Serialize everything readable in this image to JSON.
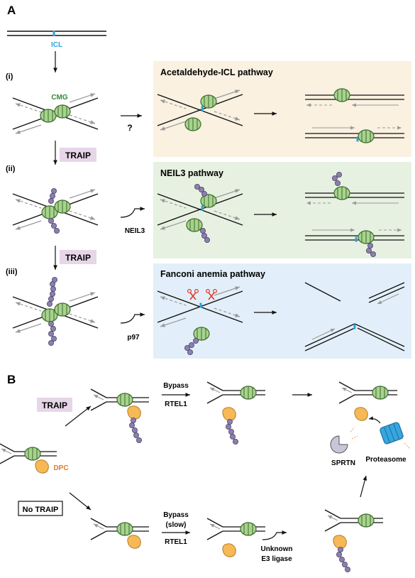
{
  "panel_a": {
    "letter": "A",
    "icl_label": "ICL",
    "cmg_label": "CMG",
    "step_i": "(i)",
    "step_ii": "(ii)",
    "step_iii": "(iii)",
    "traip_1": "TRAIP",
    "traip_2": "TRAIP",
    "question": "?",
    "neil3_label": "NEIL3",
    "p97_label": "p97",
    "pathways": [
      {
        "title": "Acetaldehyde-ICL pathway"
      },
      {
        "title": "NEIL3 pathway"
      },
      {
        "title": "Fanconi anemia pathway"
      }
    ]
  },
  "panel_b": {
    "letter": "B",
    "traip_label": "TRAIP",
    "no_traip_label": "No TRAIP",
    "dpc_label": "DPC",
    "bypass_top": "Bypass",
    "rtel1_top": "RTEL1",
    "bypass_bottom_1": "Bypass",
    "bypass_bottom_2": "(slow)",
    "rtel1_bottom": "RTEL1",
    "unknown_1": "Unknown",
    "unknown_2": "E3 ligase",
    "sprtn_label": "SPRTN",
    "proteasome_label": "Proteasome"
  },
  "colors": {
    "acetaldehyde_bg": "#faf1e1",
    "neil3_bg": "#e7f1e1",
    "fanconi_bg": "#e2effa",
    "traip_bg": "#e7d5e8",
    "cmg_green": "#a8d38f",
    "cmg_dark": "#3d6b2e",
    "icl_blue": "#2aa6dd",
    "ubiquitin": "#8b80ad",
    "dpc_orange": "#f6b955",
    "scissors_red": "#e03a2a",
    "cmg_label_green": "#2f8a35",
    "dpc_label_orange": "#e07a2a",
    "proteasome_blue": "#37a6df"
  }
}
